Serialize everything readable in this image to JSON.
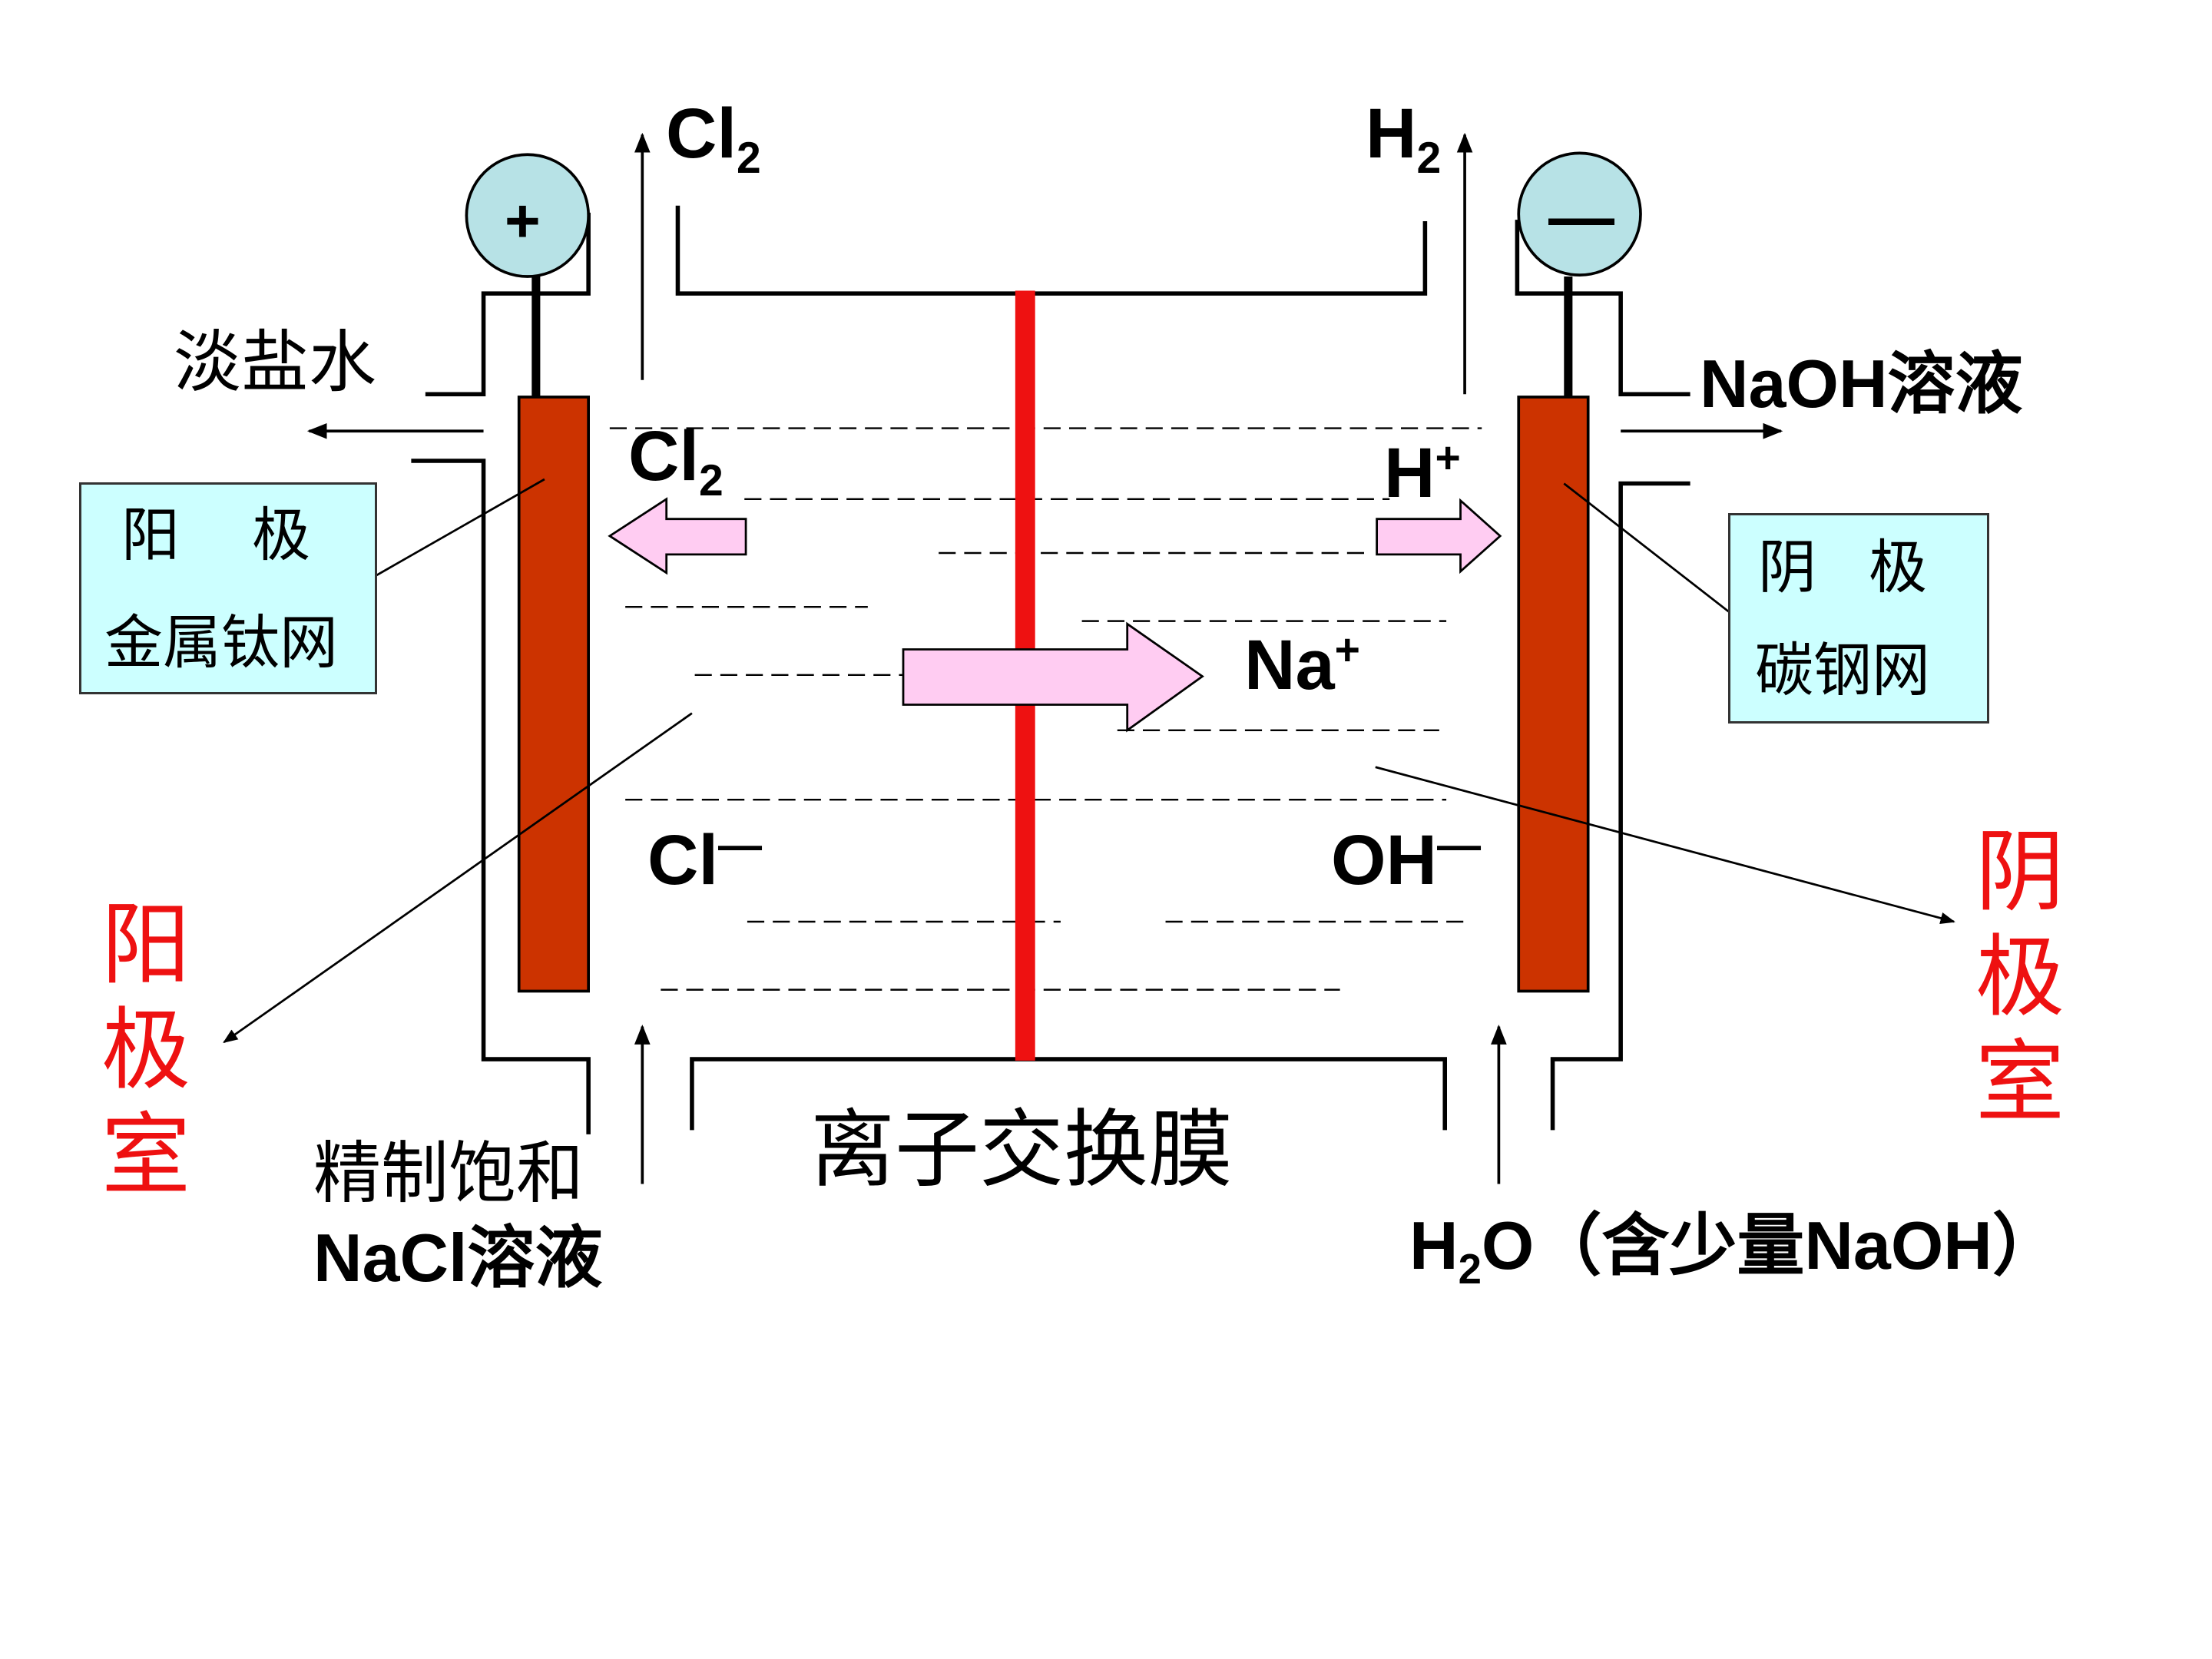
{
  "labels": {
    "cl2_top": "Cl",
    "cl2_top_sub": "2",
    "h2_top": "H",
    "h2_top_sub": "2",
    "plus_sign": "+",
    "minus_sign": "—",
    "dilute_brine": "淡盐水",
    "naoh_solution": "NaOH溶液",
    "cl2_inner": "Cl",
    "cl2_inner_sub": "2",
    "h_plus": "H",
    "h_plus_sup": "+",
    "na_plus": "Na",
    "na_plus_sup": "+",
    "cl_minus": "Cl",
    "cl_minus_sup": "—",
    "oh_minus": "OH",
    "oh_minus_sup": "—",
    "membrane": "离子交换膜",
    "feed_line1": "精制饱和",
    "feed_line2": "NaCl溶液",
    "water_h": "H",
    "water_sub": "2",
    "water_rest": "O（含少量NaOH）"
  },
  "anode_box": {
    "title_a": "阳",
    "title_b": "极",
    "material": "金属钛网"
  },
  "cathode_box": {
    "title_a": "阴",
    "title_b": "极",
    "material": "碳钢网"
  },
  "anode_room": [
    "阳",
    "极",
    "室"
  ],
  "cathode_room": [
    "阴",
    "极",
    "室"
  ],
  "colors": {
    "electrode": "#cc3300",
    "membrane": "#ee1111",
    "arrow_fill": "#ffccf2",
    "terminal_fill": "#b7e2e6",
    "label_box_fill": "#ccffff",
    "room_label": "#ee1111"
  }
}
